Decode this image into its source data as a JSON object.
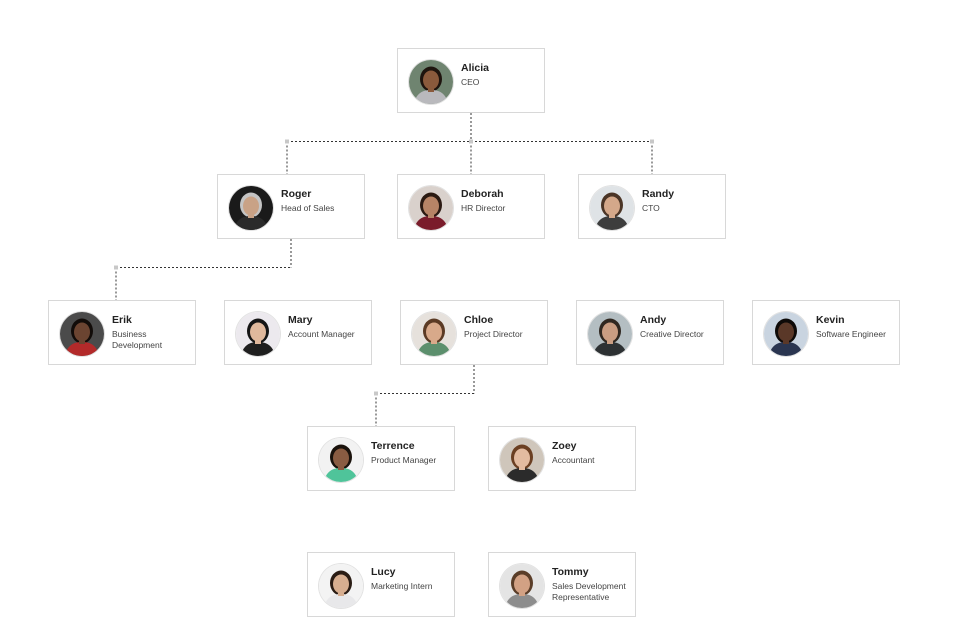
{
  "org_chart": {
    "nodes": [
      {
        "id": "alicia",
        "name": "Alicia",
        "title": "CEO",
        "photo": "avatar-alicia",
        "skin": "#8a5a3c",
        "hair": "#1e140e",
        "shirt": "#b9b9bd",
        "bg": "#6f8470"
      },
      {
        "id": "roger",
        "name": "Roger",
        "title": "Head of Sales",
        "photo": "avatar-roger",
        "skin": "#c9a286",
        "hair": "#c4c4c4",
        "shirt": "#2a2a2a",
        "bg": "#1a1a1a"
      },
      {
        "id": "deborah",
        "name": "Deborah",
        "title": "HR Director",
        "photo": "avatar-deborah",
        "skin": "#b78466",
        "hair": "#2b1a12",
        "shirt": "#7a1c2b",
        "bg": "#d9d1cc"
      },
      {
        "id": "randy",
        "name": "Randy",
        "title": "CTO",
        "photo": "avatar-randy",
        "skin": "#d4a88a",
        "hair": "#4b3526",
        "shirt": "#3d3d3d",
        "bg": "#dfe3e6"
      },
      {
        "id": "erik",
        "name": "Erik",
        "title": "Business Development",
        "photo": "avatar-erik",
        "skin": "#6b4431",
        "hair": "#120c09",
        "shirt": "#b32a2a",
        "bg": "#4b4b4b"
      },
      {
        "id": "mary",
        "name": "Mary",
        "title": "Account Manager",
        "photo": "avatar-mary",
        "skin": "#e0b89c",
        "hair": "#151515",
        "shirt": "#1f1f1f",
        "bg": "#ece9ee"
      },
      {
        "id": "chloe",
        "name": "Chloe",
        "title": "Project Director",
        "photo": "avatar-chloe",
        "skin": "#d8a98a",
        "hair": "#5b3a24",
        "shirt": "#5c8f6d",
        "bg": "#e6e1dc"
      },
      {
        "id": "andy",
        "name": "Andy",
        "title": "Creative Director",
        "photo": "avatar-andy",
        "skin": "#c99d82",
        "hair": "#2f2720",
        "shirt": "#2d3133",
        "bg": "#b4bec2"
      },
      {
        "id": "kevin",
        "name": "Kevin",
        "title": "Software Engineer",
        "photo": "avatar-kevin",
        "skin": "#5a3828",
        "hair": "#0e0a08",
        "shirt": "#2a3550",
        "bg": "#c9d4e0"
      },
      {
        "id": "terrence",
        "name": "Terrence",
        "title": "Product Manager",
        "photo": "avatar-terrence",
        "skin": "#8a5c42",
        "hair": "#1a120c",
        "shirt": "#4fc49a",
        "bg": "#f2f2f2"
      },
      {
        "id": "zoey",
        "name": "Zoey",
        "title": "Accountant",
        "photo": "avatar-zoey",
        "skin": "#e3bba0",
        "hair": "#6b3f22",
        "shirt": "#2b2b2b",
        "bg": "#cfc6bb"
      },
      {
        "id": "lucy",
        "name": "Lucy",
        "title": "Marketing Intern",
        "photo": "avatar-lucy",
        "skin": "#d7ae90",
        "hair": "#2a1c14",
        "shirt": "#e8e8ea",
        "bg": "#f3f3f3"
      },
      {
        "id": "tommy",
        "name": "Tommy",
        "title": "Sales Development Representative",
        "photo": "avatar-tommy",
        "skin": "#d2a184",
        "hair": "#5a3d28",
        "shirt": "#8d8d8d",
        "bg": "#e4e4e4"
      }
    ],
    "links": [
      {
        "from": "alicia",
        "to": "roger"
      },
      {
        "from": "alicia",
        "to": "deborah"
      },
      {
        "from": "alicia",
        "to": "randy"
      },
      {
        "from": "roger",
        "to": "erik"
      },
      {
        "from": "chloe",
        "to": "terrence"
      }
    ],
    "colors": {
      "border": "#d8d8d8",
      "connector": "#333333",
      "handle": "#c8c8c8"
    }
  }
}
